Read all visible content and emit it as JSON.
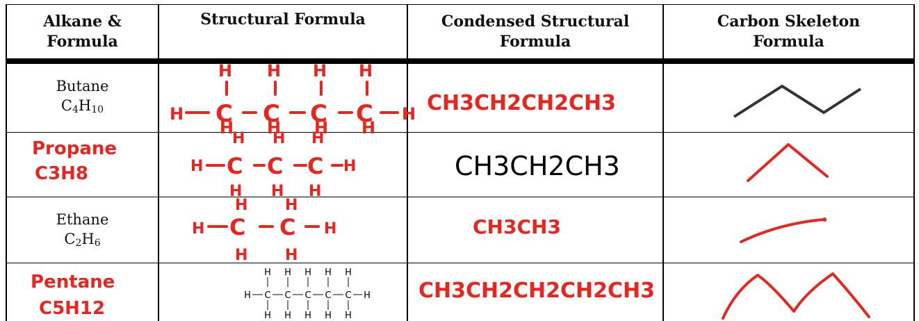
{
  "headers": {
    "col1_line1": "Alkane &",
    "col1_line2": "Formula",
    "col2": "Structural Formula",
    "col3_line1": "Condensed Structural",
    "col3_line2": "Formula",
    "col4_line1": "Carbon Skeleton",
    "col4_line2": "Formula"
  },
  "rows": [
    {
      "name": "Butane",
      "formula_base": "C",
      "formula_c": "4",
      "formula_h_base": "H",
      "formula_h": "10",
      "condensed": "CH3CH2CH2CH3"
    },
    {
      "name": "Propane",
      "formula_hand": "C3H8",
      "condensed": "CH3CH2CH3"
    },
    {
      "name": "Ethane",
      "formula_base": "C",
      "formula_c": "2",
      "formula_h_base": "H",
      "formula_h": "6",
      "condensed": "CH3CH3"
    },
    {
      "name": "Pentane",
      "formula_hand": "C5H12",
      "condensed": "CH3CH2CH2CH2CH3"
    }
  ],
  "atoms": {
    "carbon": "C",
    "hydrogen": "H"
  },
  "colors": {
    "ink": "#e8261f",
    "grid": "#000000"
  }
}
